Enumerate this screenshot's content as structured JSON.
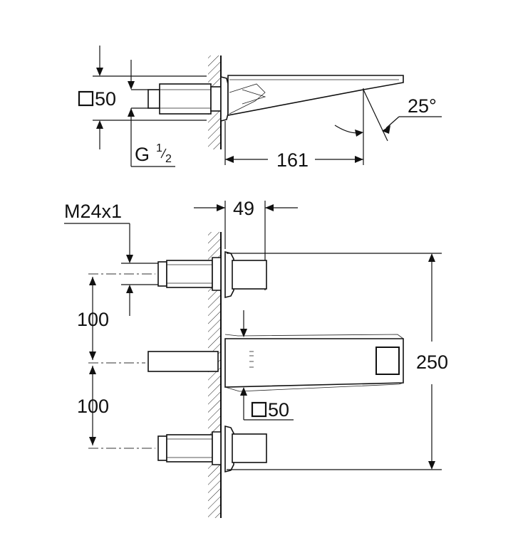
{
  "dimensions": {
    "top_square": "50",
    "thread_g_main": "G",
    "thread_g_num": "1",
    "thread_g_den": "2",
    "length_161": "161",
    "angle": "25°",
    "width_49": "49",
    "thread_m": "M24x1",
    "spacing_upper": "100",
    "spacing_lower": "100",
    "height_250": "250",
    "spout_square": "50"
  }
}
